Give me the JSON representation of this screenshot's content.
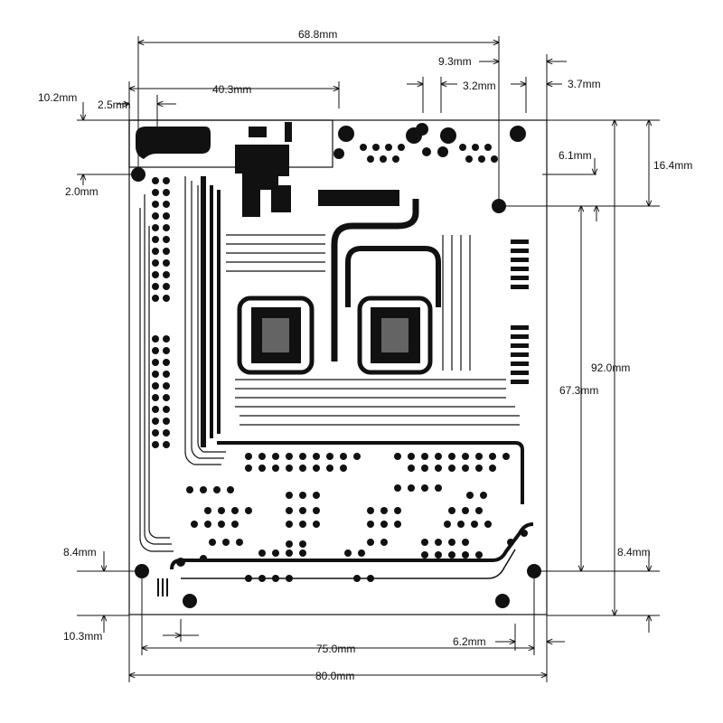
{
  "dimensions": {
    "d68_8": "68.8mm",
    "d9_3": "9.3mm",
    "d40_3": "40.3mm",
    "d10_2": "10.2mm",
    "d2_5": "2.5mm",
    "d3_2": "3.2mm",
    "d3_7": "3.7mm",
    "d6_1": "6.1mm",
    "d16_4": "16.4mm",
    "d2_0": "2.0mm",
    "d92_0": "92.0mm",
    "d67_3": "67.3mm",
    "d8_4_left": "8.4mm",
    "d8_4_right": "8.4mm",
    "d10_3": "10.3mm",
    "d75_0": "75.0mm",
    "d6_2": "6.2mm",
    "d80_0": "80.0mm"
  },
  "colors": {
    "ink": "#111111",
    "board": "#ffffff"
  }
}
